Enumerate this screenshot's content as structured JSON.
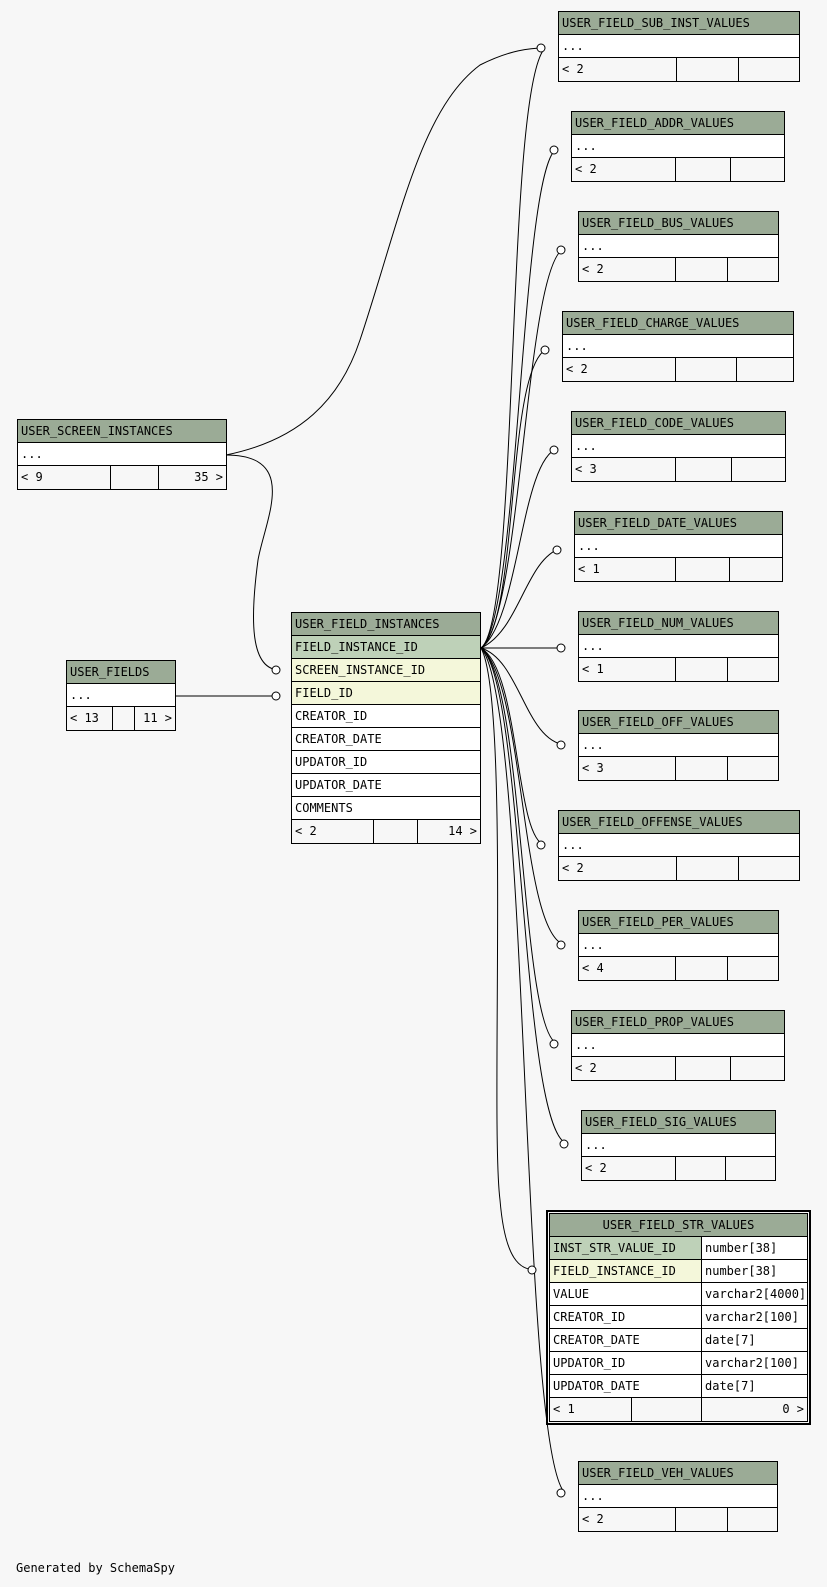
{
  "footer": "Generated by SchemaSpy",
  "tables": {
    "sub_inst": {
      "name": "USER_FIELD_SUB_INST_VALUES",
      "ellipsis": "...",
      "left": "< 2",
      "right": ""
    },
    "addr": {
      "name": "USER_FIELD_ADDR_VALUES",
      "ellipsis": "...",
      "left": "< 2",
      "right": ""
    },
    "bus": {
      "name": "USER_FIELD_BUS_VALUES",
      "ellipsis": "...",
      "left": "< 2",
      "right": ""
    },
    "charge": {
      "name": "USER_FIELD_CHARGE_VALUES",
      "ellipsis": "...",
      "left": "< 2",
      "right": ""
    },
    "code": {
      "name": "USER_FIELD_CODE_VALUES",
      "ellipsis": "...",
      "left": "< 3",
      "right": ""
    },
    "date": {
      "name": "USER_FIELD_DATE_VALUES",
      "ellipsis": "...",
      "left": "< 1",
      "right": ""
    },
    "num": {
      "name": "USER_FIELD_NUM_VALUES",
      "ellipsis": "...",
      "left": "< 1",
      "right": ""
    },
    "off": {
      "name": "USER_FIELD_OFF_VALUES",
      "ellipsis": "...",
      "left": "< 3",
      "right": ""
    },
    "offense": {
      "name": "USER_FIELD_OFFENSE_VALUES",
      "ellipsis": "...",
      "left": "< 2",
      "right": ""
    },
    "per": {
      "name": "USER_FIELD_PER_VALUES",
      "ellipsis": "...",
      "left": "< 4",
      "right": ""
    },
    "prop": {
      "name": "USER_FIELD_PROP_VALUES",
      "ellipsis": "...",
      "left": "< 2",
      "right": ""
    },
    "sig": {
      "name": "USER_FIELD_SIG_VALUES",
      "ellipsis": "...",
      "left": "< 2",
      "right": ""
    },
    "veh": {
      "name": "USER_FIELD_VEH_VALUES",
      "ellipsis": "...",
      "left": "< 2",
      "right": ""
    },
    "screen": {
      "name": "USER_SCREEN_INSTANCES",
      "ellipsis": "...",
      "left": "< 9",
      "right": "35 >"
    },
    "fields": {
      "name": "USER_FIELDS",
      "ellipsis": "...",
      "left": "< 13",
      "right": "11 >"
    },
    "instances": {
      "name": "USER_FIELD_INSTANCES",
      "columns": [
        "FIELD_INSTANCE_ID",
        "SCREEN_INSTANCE_ID",
        "FIELD_ID",
        "CREATOR_ID",
        "CREATOR_DATE",
        "UPDATOR_ID",
        "UPDATOR_DATE",
        "COMMENTS"
      ],
      "left": "< 2",
      "right": "14 >"
    },
    "str": {
      "name": "USER_FIELD_STR_VALUES",
      "columns": [
        {
          "name": "INST_STR_VALUE_ID",
          "type": "number[38]"
        },
        {
          "name": "FIELD_INSTANCE_ID",
          "type": "number[38]"
        },
        {
          "name": "VALUE",
          "type": "varchar2[4000]"
        },
        {
          "name": "CREATOR_ID",
          "type": "varchar2[100]"
        },
        {
          "name": "CREATOR_DATE",
          "type": "date[7]"
        },
        {
          "name": "UPDATOR_ID",
          "type": "varchar2[100]"
        },
        {
          "name": "UPDATOR_DATE",
          "type": "date[7]"
        }
      ],
      "left": "< 1",
      "right": "0 >"
    }
  }
}
